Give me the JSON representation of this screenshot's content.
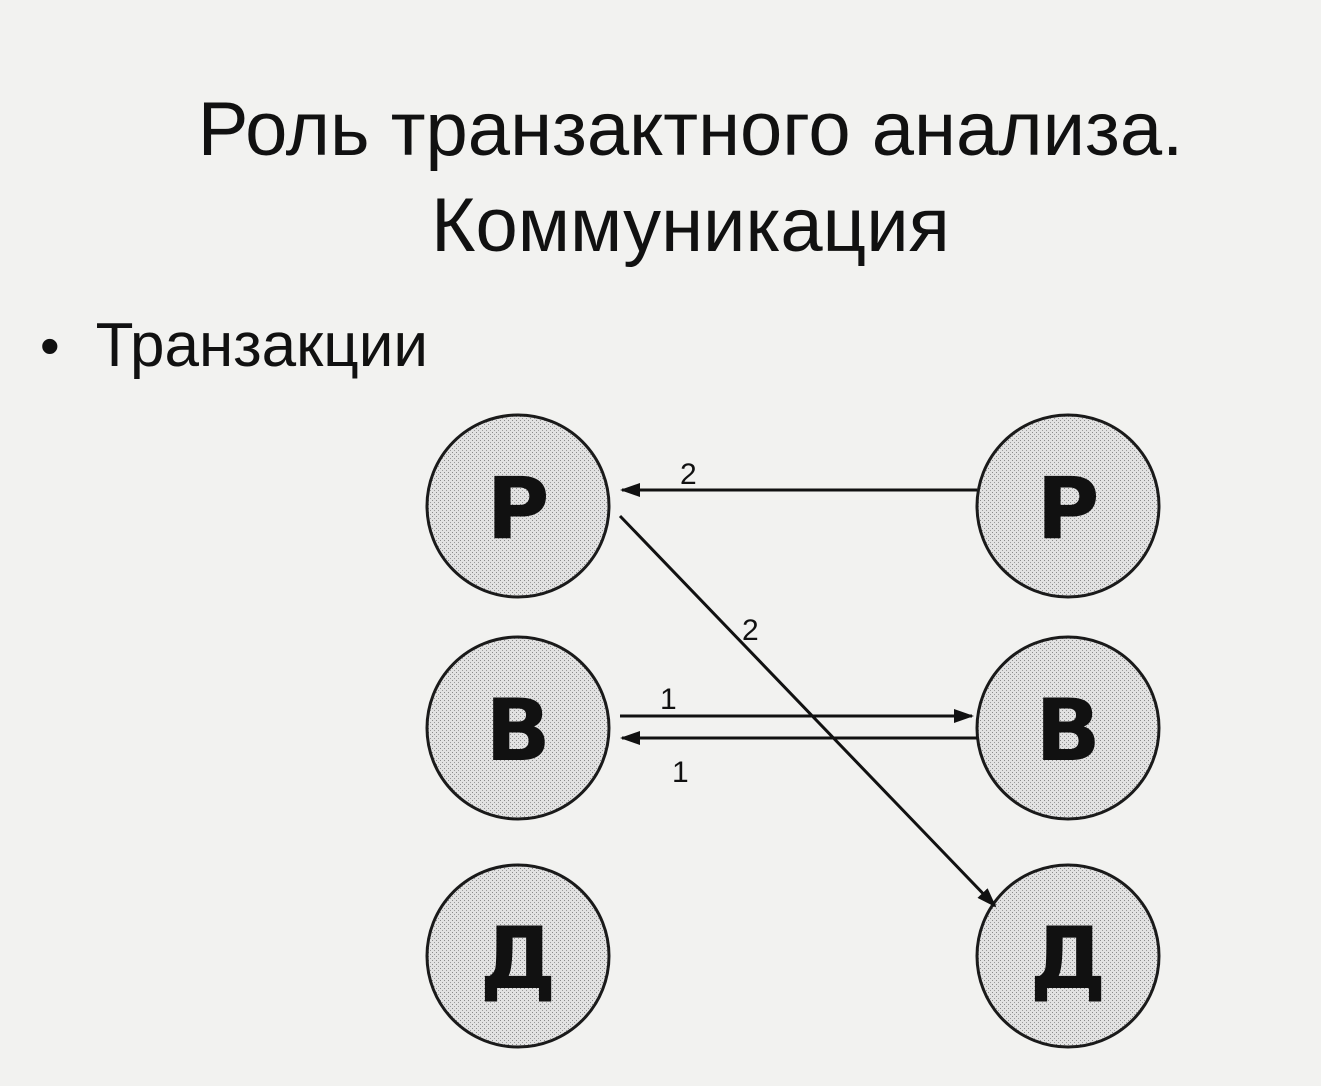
{
  "slide": {
    "title_line1": "Роль транзактного анализа.",
    "title_line2": "Коммуникация",
    "bullet_marker": "•",
    "bullet_text": "Транзакции"
  },
  "diagram": {
    "left_states": [
      "Р",
      "В",
      "Д"
    ],
    "right_states": [
      "Р",
      "В",
      "Д"
    ],
    "transactions": [
      {
        "from": "right.Р",
        "to": "left.Р",
        "label": "2"
      },
      {
        "from": "left.Р",
        "to": "right.Д",
        "label": "2"
      },
      {
        "from": "left.В",
        "to": "right.В",
        "label": "1"
      },
      {
        "from": "right.В",
        "to": "left.В",
        "label": "1"
      }
    ]
  }
}
